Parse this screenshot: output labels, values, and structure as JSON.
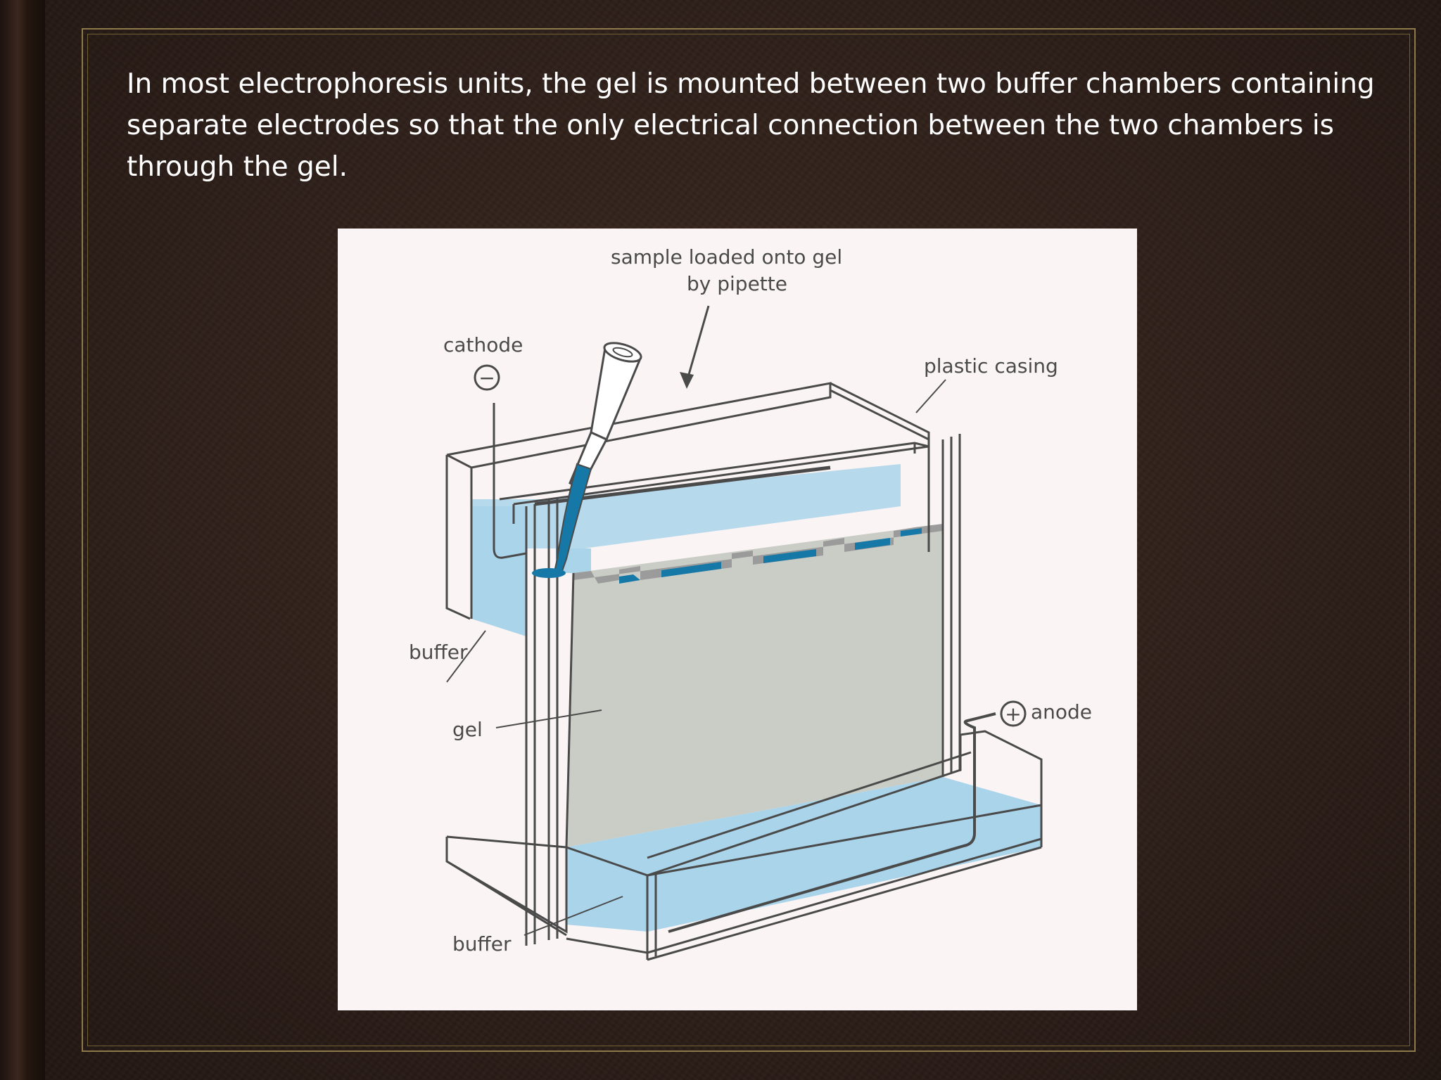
{
  "slide": {
    "text": "In most electrophoresis units, the gel is mounted between two buffer chambers containing separate electrodes so that the only electrical connection between the two chambers is through the gel."
  },
  "diagram": {
    "labels": {
      "sample_line1": "sample loaded onto gel",
      "sample_line2": "by pipette",
      "cathode": "cathode",
      "cathode_symbol": "−",
      "plastic_casing": "plastic casing",
      "buffer_top": "buffer",
      "gel": "gel",
      "anode": "anode",
      "anode_symbol": "+",
      "buffer_bottom": "buffer"
    },
    "colors": {
      "buffer": "#a9d4ea",
      "gel": "#c9cdc6",
      "sample": "#1678a6",
      "outline": "#4a4a4a",
      "background": "#fbf4f4"
    }
  }
}
